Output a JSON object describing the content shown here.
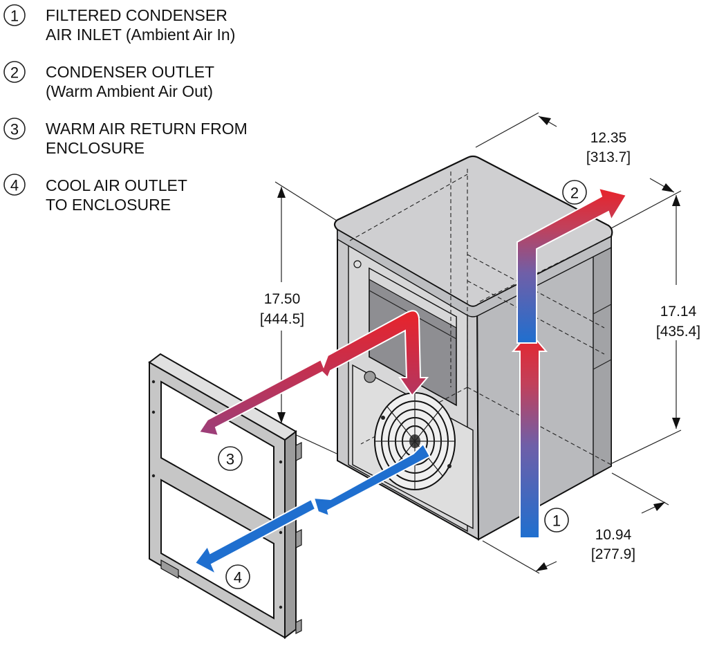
{
  "legend": [
    {
      "number": "1",
      "line1": "FILTERED CONDENSER",
      "line2": "AIR INLET (Ambient Air In)"
    },
    {
      "number": "2",
      "line1": "CONDENSER OUTLET",
      "line2": "(Warm Ambient Air Out)"
    },
    {
      "number": "3",
      "line1": "WARM AIR RETURN FROM",
      "line2": "ENCLOSURE"
    },
    {
      "number": "4",
      "line1": "COOL AIR OUTLET",
      "line2": "TO ENCLOSURE"
    }
  ],
  "dimensions": {
    "depth": {
      "inches": "12.35",
      "mm": "[313.7]"
    },
    "height_right": {
      "inches": "17.14",
      "mm": "[435.4]"
    },
    "height_left": {
      "inches": "17.50",
      "mm": "[444.5]"
    },
    "width": {
      "inches": "10.94",
      "mm": "[277.9]"
    }
  },
  "callouts": {
    "one": "1",
    "two": "2",
    "three": "3",
    "four": "4"
  },
  "colors": {
    "warm_air": "#e8232a",
    "cool_air": "#1f6fcf",
    "cabinet_top": "#cfcfd1",
    "cabinet_side": "#b9babd",
    "frame": "#c6c6c6"
  }
}
